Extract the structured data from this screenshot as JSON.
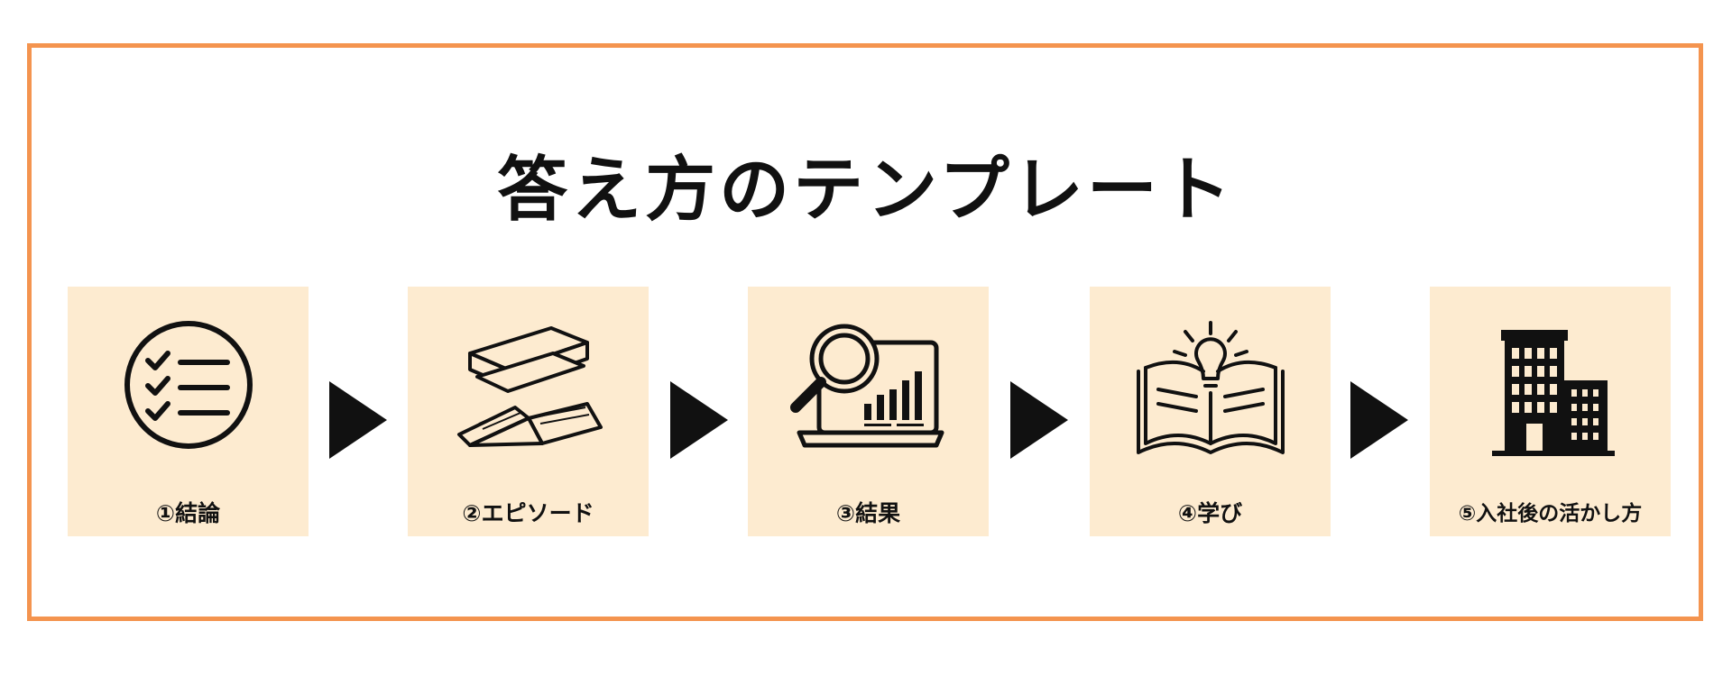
{
  "title": "答え方のテンプレート",
  "colors": {
    "border": "#f4944f",
    "box": "#fdebd0",
    "ink": "#111111"
  },
  "steps": [
    {
      "label": "①結論",
      "icon": "checklist-icon"
    },
    {
      "label": "②エピソード",
      "icon": "books-icon"
    },
    {
      "label": "③結果",
      "icon": "magnifier-chart-icon"
    },
    {
      "label": "④学び",
      "icon": "book-lightbulb-icon"
    },
    {
      "label": "⑤入社後の活かし方",
      "icon": "buildings-icon"
    }
  ]
}
